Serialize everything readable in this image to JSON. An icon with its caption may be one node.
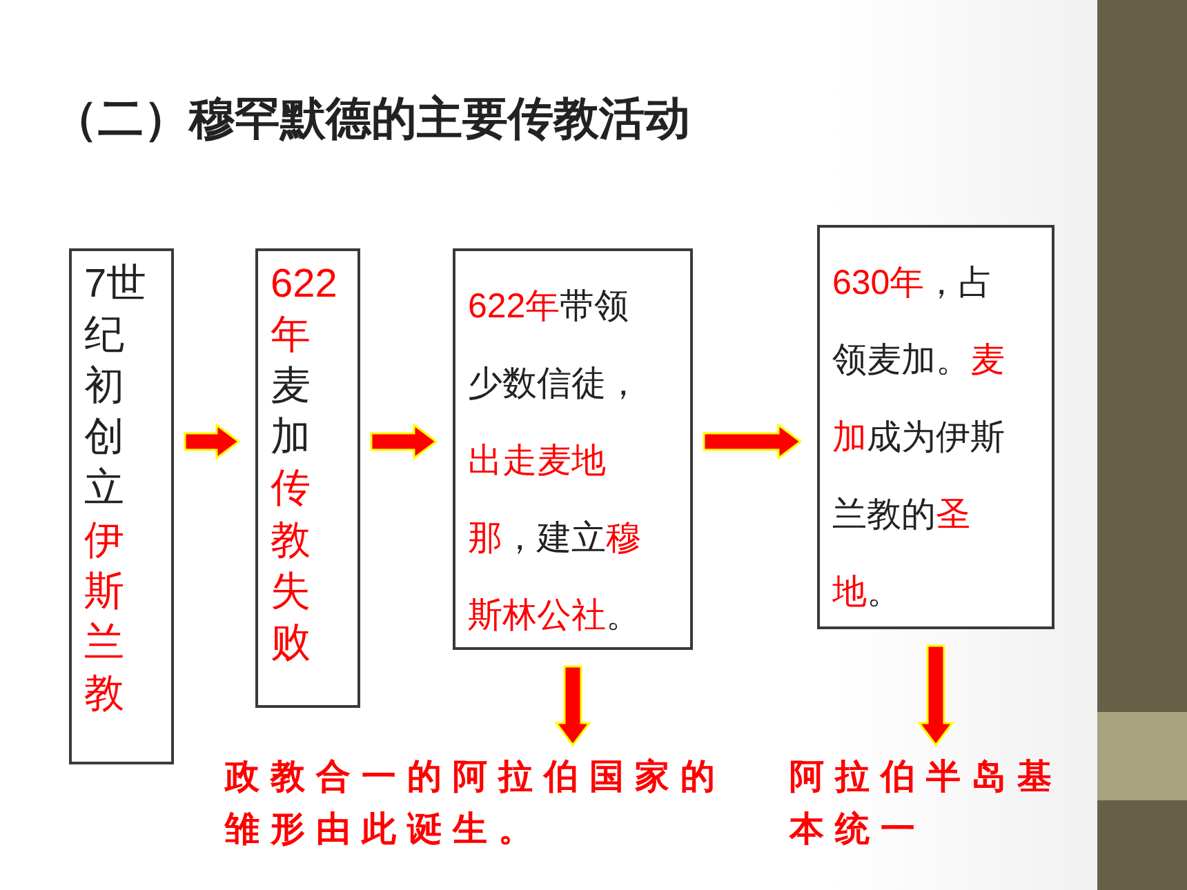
{
  "diagram": {
    "title": "（二）穆罕默德的主要传教活动",
    "nodes": [
      {
        "text": [
          "7世纪初创立**伊斯兰教**"
        ]
      },
      {
        "text": [
          "**622年**麦加**传教失败**"
        ]
      },
      {
        "text": [
          "**622年**带领少数信徒，**出走麦地那**，建立**穆斯林公社**。"
        ]
      },
      {
        "text": [
          "**630年**，占领麦加。**麦加**成为伊斯兰教的**圣地**。"
        ]
      },
      {
        "text": [
          "政教合一的阿拉伯国家的雏形由此诞生。"
        ]
      },
      {
        "text": [
          "阿拉伯半岛基本统一"
        ]
      }
    ],
    "edges": [
      {
        "from": 0,
        "to": 1,
        "arrow": "to"
      },
      {
        "from": 1,
        "to": 2,
        "arrow": "to"
      },
      {
        "from": 2,
        "to": 3,
        "arrow": "to"
      },
      {
        "from": 2,
        "to": 4,
        "arrow": "to"
      },
      {
        "from": 3,
        "to": 5,
        "arrow": "to"
      }
    ]
  }
}
